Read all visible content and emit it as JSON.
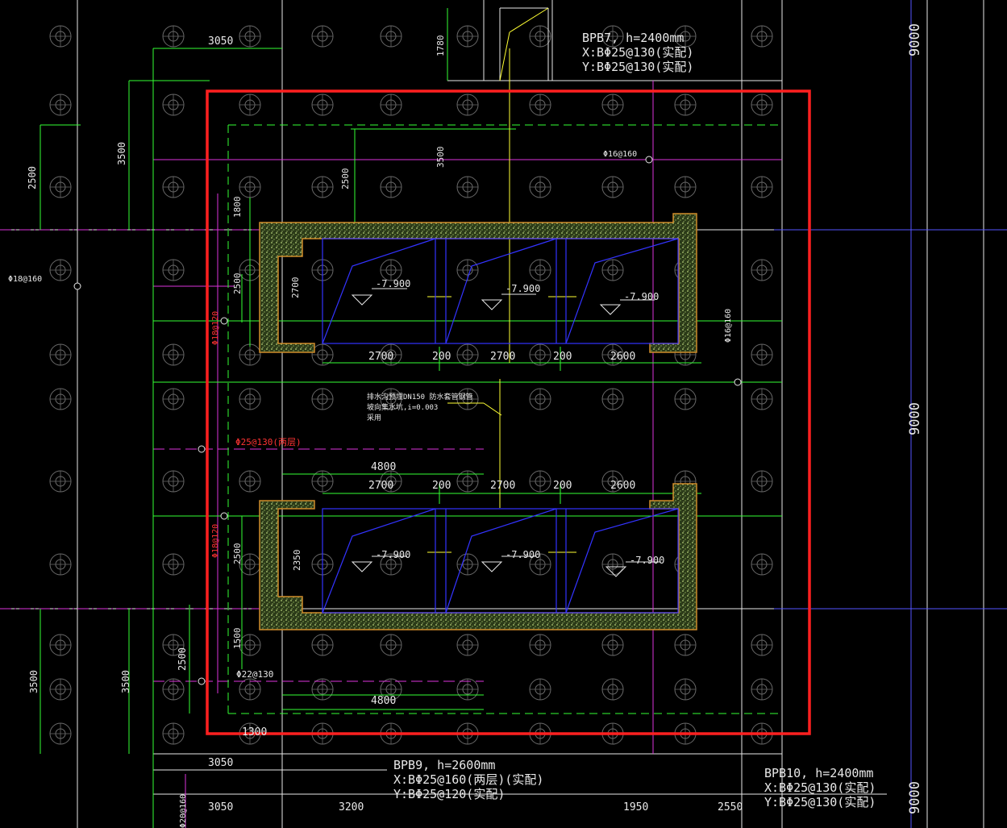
{
  "colors": {
    "background": "#000000",
    "selection": "#ff2020",
    "white": "#e8e8e8",
    "green": "#33ff33",
    "yellow": "#ffff33",
    "magenta": "#dd33dd",
    "blue": "#3333ff",
    "red_text": "#ff3333",
    "concrete": "#7a9a4a",
    "concrete_edge": "#d08c2a"
  },
  "slab_labels": {
    "bpb7": {
      "name": "BPB7, h=2400mm",
      "x": "X:BΦ25@130(实配)",
      "y": "Y:BΦ25@130(实配)"
    },
    "bpb9": {
      "name": "BPB9, h=2600mm",
      "x": "X:BΦ25@160(两层)(实配)",
      "y": "Y:BΦ25@120(实配)"
    },
    "bpb10": {
      "name": "BPB10, h=2400mm",
      "x": "X:BΦ25@130(实配)",
      "y": "Y:BΦ25@130(实配)"
    }
  },
  "grid_dimensions": {
    "right_top": "9000",
    "right_mid": "9000",
    "right_bottom": "9000"
  },
  "dimensions": {
    "top_3050": "3050",
    "top_1780": "1780",
    "left_3500_top": "3500",
    "left_2500_top": "2500",
    "inner_3500": "3500",
    "inner_2500": "2500",
    "inner_1800": "1800",
    "inner_2500_b": "2500",
    "pit1_depth": "2700",
    "pit1_w1": "2700",
    "pit1_g1": "200",
    "pit1_w2": "2700",
    "pit1_g2": "200",
    "pit1_w3": "2600",
    "mid_4800": "4800",
    "pit2_w1": "2700",
    "pit2_g1": "200",
    "pit2_w2": "2700",
    "pit2_g2": "200",
    "pit2_w3": "2600",
    "pit2_depth": "2350",
    "left_2500_low": "2500",
    "left_1500": "1500",
    "left_2500_bot": "2500",
    "left_3500_bot": "3500",
    "left_3500_bot2": "3500",
    "bot_4800": "4800",
    "bot_1300": "1300",
    "bot_3050": "3050",
    "bot_3050b": "3050",
    "bot_3200": "3200",
    "bot_1950": "1950",
    "bot_2550": "2550"
  },
  "levels": {
    "a1": "-7.900",
    "a2": "-7.900",
    "a3": "-7.900",
    "b1": "-7.900",
    "b2": "-7.900",
    "b3": "-7.900"
  },
  "rebar": {
    "r16_160": "Φ16@160",
    "r18_160_left": "Φ18@160",
    "r18_160_right": "Φ16@160",
    "r18_120_a": "Φ18@120",
    "r18_120_b": "Φ18@120",
    "r25_130_two": "Φ25@130(两层)",
    "r22_130": "Φ22@130",
    "r20_160": "Φ20@160"
  },
  "note": {
    "line1": "排水沟预埋DN150 防水套管钢管",
    "line2": "坡向集水坑,i=0.003",
    "line3": "采用"
  }
}
